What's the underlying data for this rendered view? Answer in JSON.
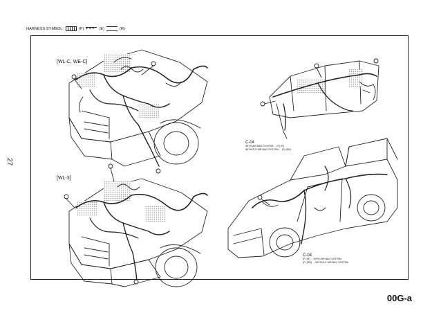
{
  "legend": {
    "label": "HARNESS SYMBOL:",
    "symbols": [
      {
        "style": "hatched-band",
        "code": "(F)"
      },
      {
        "style": "dotted-band",
        "code": "(E)"
      },
      {
        "style": "plain-band",
        "code": "(R)"
      }
    ]
  },
  "page_number": "27",
  "doc_code": "00G-a",
  "views": {
    "top_left": {
      "label": "[WL-C, WE-C]"
    },
    "bottom_left": {
      "label": "[WL-3]"
    },
    "top_right": {
      "connector": "C-04",
      "notes": [
        "WITH AIR BAG SYSTEM ... (F) (R)",
        "WITHOUT AIR BAG SYSTEM ... (F) (RR)"
      ]
    },
    "bottom_right": {
      "connector": "C-04",
      "notes": [
        "(F) (R) ... WITH AIR BAG SYSTEM",
        "(F) (RR) ... WITHOUT AIR BAG SYSTEM"
      ]
    }
  },
  "colors": {
    "line": "#222222",
    "shade": "#bdbdbd"
  }
}
